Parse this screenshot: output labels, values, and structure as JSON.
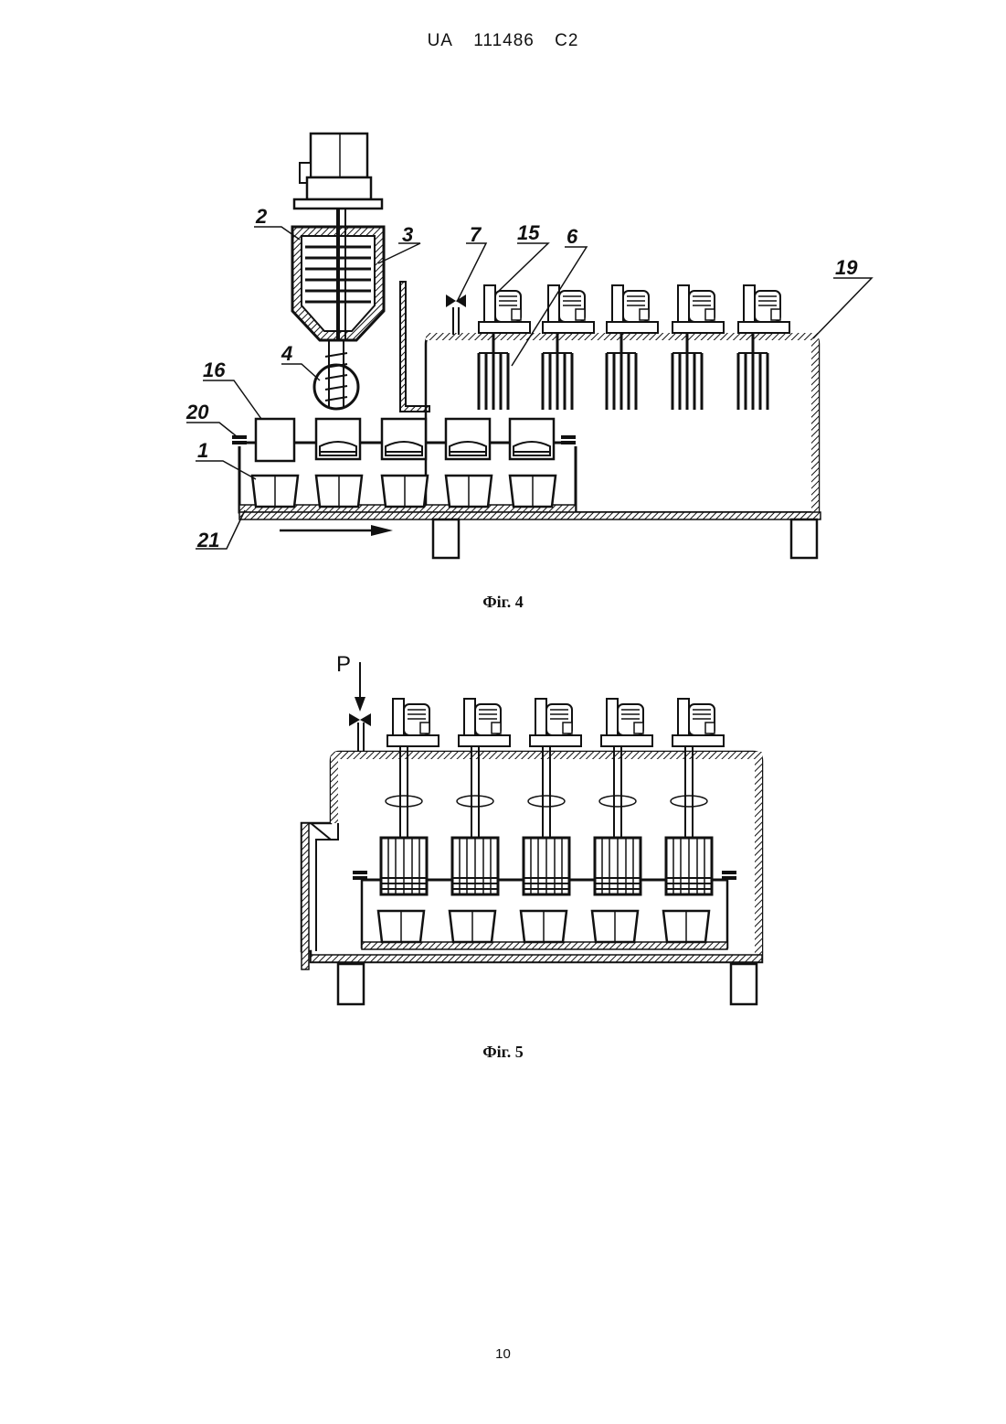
{
  "header": {
    "country": "UA",
    "number": "111486",
    "kind": "C2"
  },
  "page_number": "10",
  "figures": [
    {
      "caption": "Фіг. 4",
      "labels": [
        "2",
        "3",
        "7",
        "15",
        "6",
        "19",
        "4",
        "16",
        "20",
        "1",
        "21"
      ]
    },
    {
      "caption": "Фіг. 5",
      "labels": [
        "P"
      ]
    }
  ],
  "colors": {
    "ink": "#111111",
    "paper": "#ffffff"
  }
}
